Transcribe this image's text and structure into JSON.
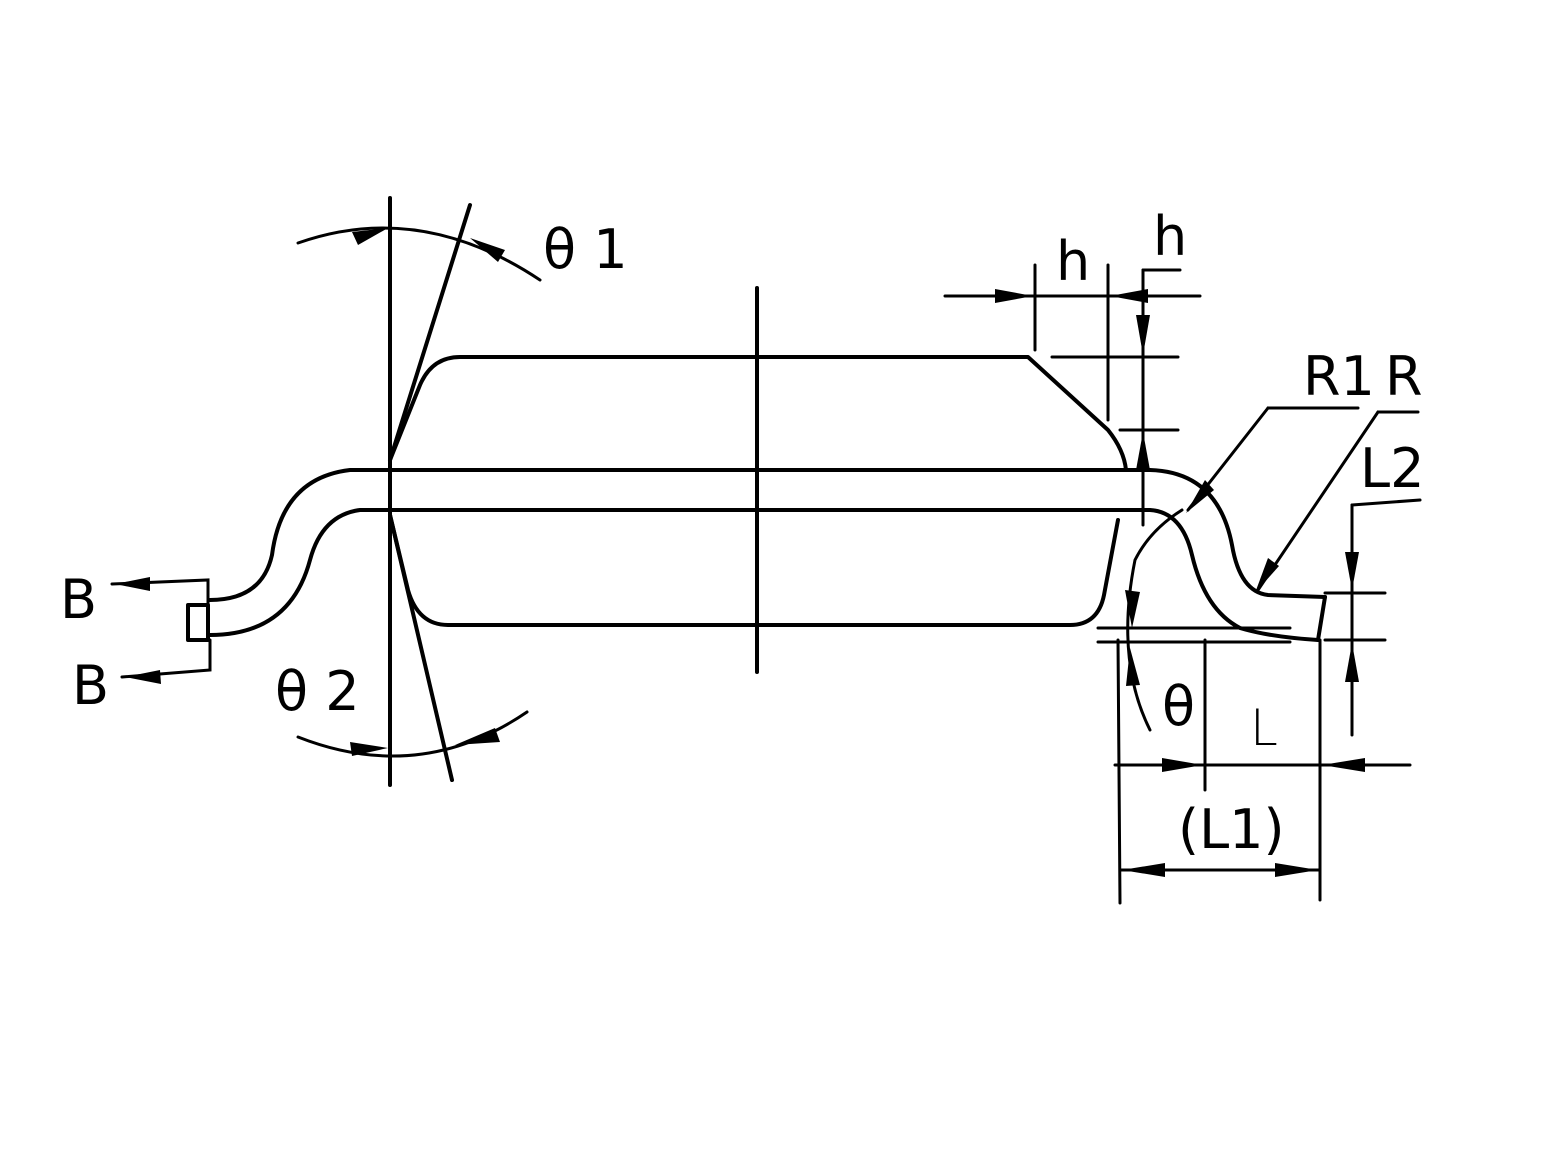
{
  "labels": {
    "theta1": "θ 1",
    "theta2": "θ 2",
    "h_left": "h",
    "h_right": "h",
    "r1": "R1",
    "r": "R",
    "l2": "L2",
    "theta": "θ",
    "l": "L",
    "l1": "(L1)",
    "b_top": "B",
    "b_bottom": "B"
  }
}
